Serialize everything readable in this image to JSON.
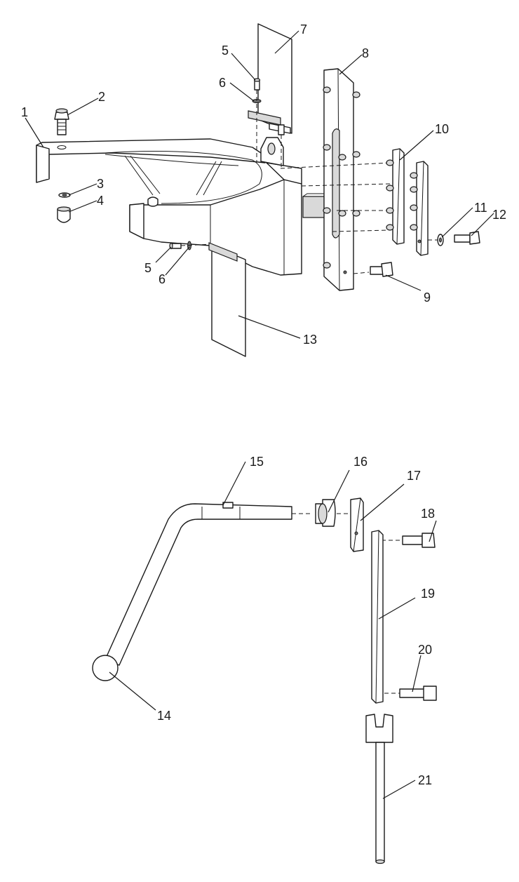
{
  "callouts": {
    "c1": "1",
    "c2": "2",
    "c3": "3",
    "c4": "4",
    "c5a": "5",
    "c5b": "5",
    "c6a": "6",
    "c6b": "6",
    "c7": "7",
    "c8": "8",
    "c9": "9",
    "c10": "10",
    "c11": "11",
    "c12": "12",
    "c13": "13",
    "c14": "14",
    "c15": "15",
    "c16": "16",
    "c17": "17",
    "c18": "18",
    "c19": "19",
    "c20": "20",
    "c21": "21"
  }
}
